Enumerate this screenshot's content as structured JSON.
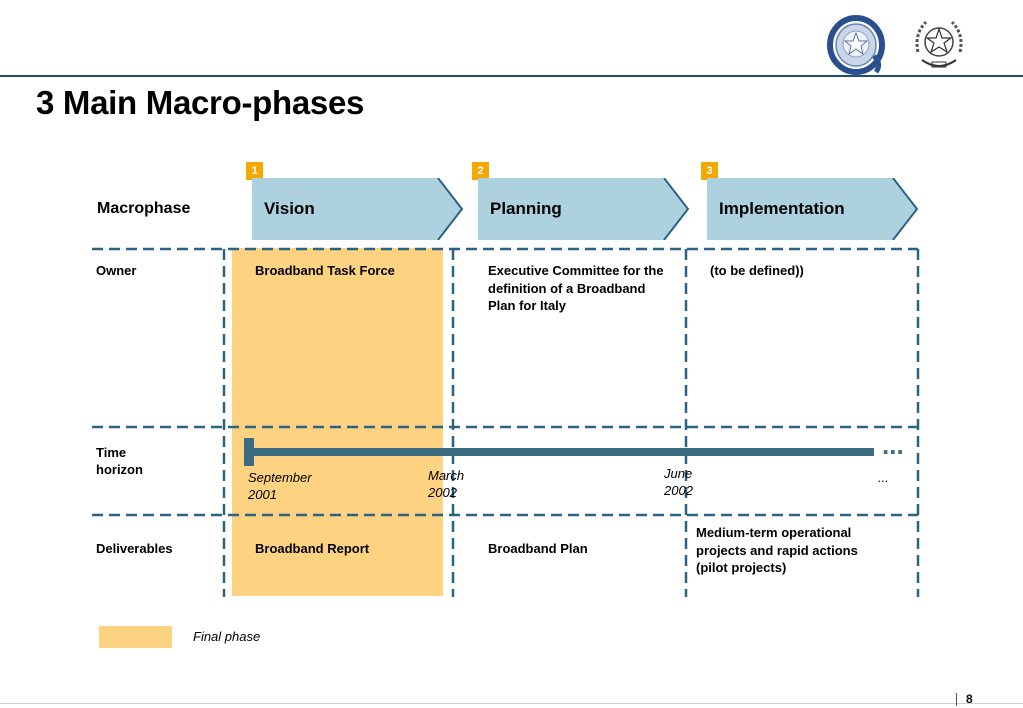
{
  "title": "3 Main Macro-phases",
  "colors": {
    "phase_arrow": "#aed1e0",
    "final_phase": "#fdd381",
    "badge": "#f5a800",
    "divider": "#2b6383",
    "timeline": "#3b6b80",
    "top_rule": "#1f4e6e"
  },
  "logos": [
    "e-government-logo",
    "italian-republic-emblem"
  ],
  "rows": {
    "macrophase": "Macrophase",
    "owner": "Owner",
    "time_horizon": "Time\nhorizon",
    "deliverables": "Deliverables"
  },
  "phases": [
    {
      "number": "1",
      "name": "Vision",
      "owner": "Broadband Task Force",
      "deliverable": "Broadband Report"
    },
    {
      "number": "2",
      "name": "Planning",
      "owner": "Executive Committee for the definition of a Broadband Plan for Italy",
      "deliverable": "Broadband Plan"
    },
    {
      "number": "3",
      "name": "Implementation",
      "owner": "(to be defined))",
      "deliverable": "Medium-term operational projects and rapid actions (pilot projects)"
    }
  ],
  "timeline": {
    "continuation": "...",
    "dates": [
      {
        "label": "September\n2001"
      },
      {
        "label": "March\n2002"
      },
      {
        "label": "June\n2002"
      },
      {
        "label": "..."
      }
    ]
  },
  "legend": {
    "final_phase": "Final phase"
  },
  "page_number": "8"
}
